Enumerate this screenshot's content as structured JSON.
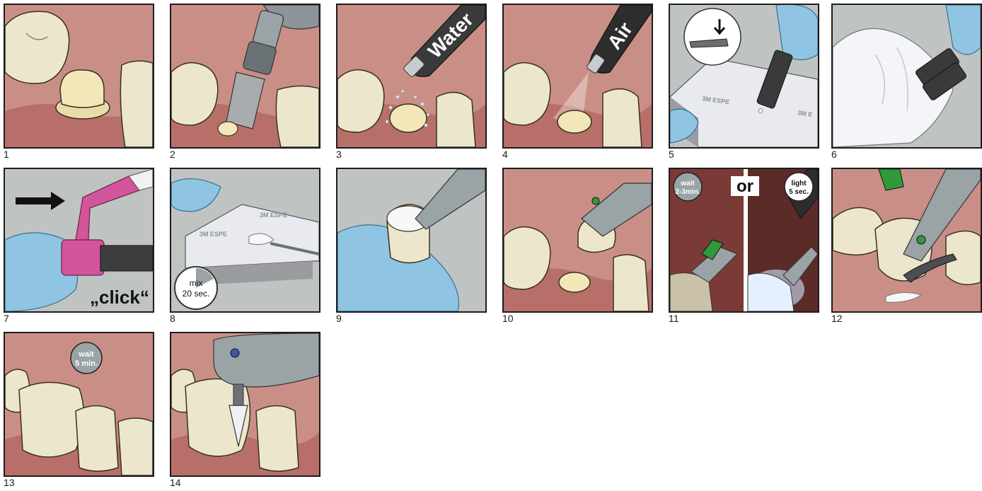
{
  "steps": [
    {
      "num": "1"
    },
    {
      "num": "2"
    },
    {
      "num": "3",
      "label": "Water"
    },
    {
      "num": "4",
      "label": "Air"
    },
    {
      "num": "5",
      "brand_a": "3M ESPE",
      "brand_b": "3M E"
    },
    {
      "num": "6"
    },
    {
      "num": "7",
      "label": "„click“"
    },
    {
      "num": "8",
      "brand_a": "3M ESPE",
      "brand_b": "3M ESPE",
      "timer_line1": "mix",
      "timer_line2": "20 sec."
    },
    {
      "num": "9"
    },
    {
      "num": "10"
    },
    {
      "num": "11",
      "left_line1": "wait",
      "left_line2": "2-3min.",
      "center": "or",
      "right_line1": "light",
      "right_line2": "5 sec."
    },
    {
      "num": "12"
    },
    {
      "num": "13",
      "timer_line1": "wait",
      "timer_line2": "5 min."
    },
    {
      "num": "14"
    }
  ],
  "colors": {
    "gum": "#c98f86",
    "gum_dark": "#a65a55",
    "tooth": "#ece6cc",
    "tooth_shadow": "#cfc6a4",
    "glove": "#8fc4e3",
    "steel": "#9aa3a6",
    "nozzle": "#3a3a3a",
    "green_tip": "#2f9a3a",
    "pink_mixer": "#d3559c",
    "pad": "#e9eaf0",
    "grey_bg": "#bfc4c3"
  }
}
